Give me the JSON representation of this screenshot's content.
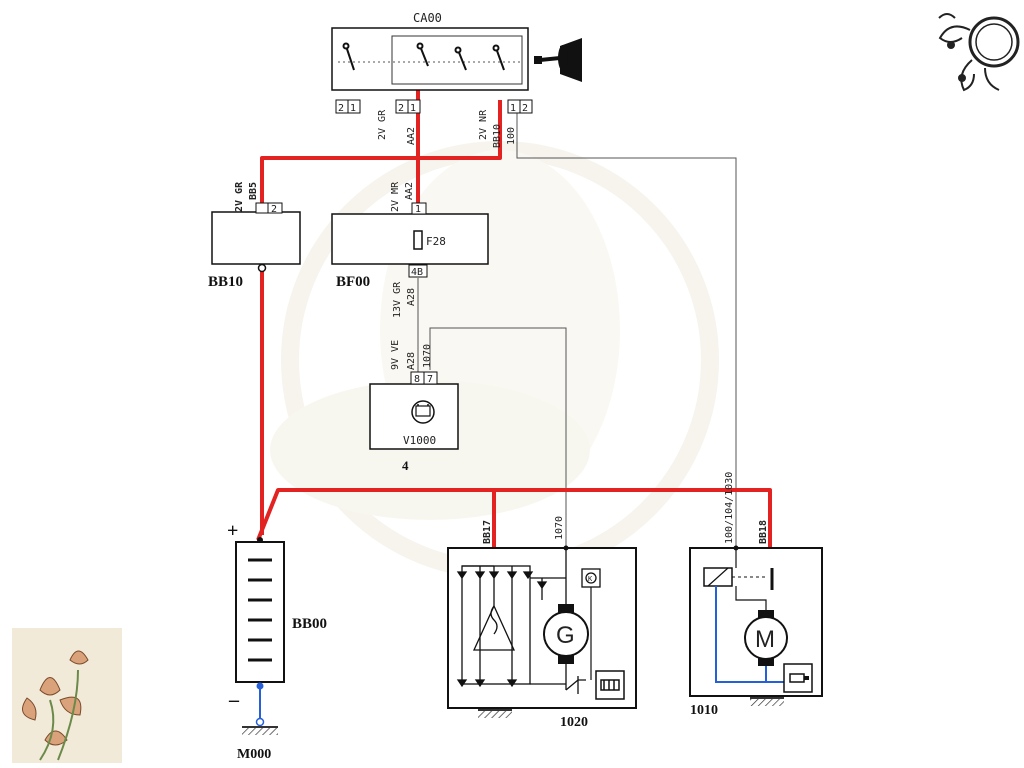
{
  "ignition_switch": {
    "label": "CA00",
    "pin_left_a": "2",
    "pin_left_b": "1",
    "pin_mid_a": "2",
    "pin_mid_b": "1",
    "pin_right_a": "1",
    "pin_right_b": "2",
    "conn_left": "2V GR",
    "wire_left": "AA2",
    "conn_right": "2V NR",
    "wire_right_a": "BB10",
    "wire_right_b": "100"
  },
  "box_bb10": {
    "label": "BB10",
    "conn": "2V GR",
    "wire": "BB5",
    "pin": "2"
  },
  "box_bf00": {
    "label": "BF00",
    "conn_top": "2V MR",
    "wire_top": "AA2",
    "pin_top": "1",
    "fuse": "F28",
    "pin_bottom": "4B",
    "conn_bottom": "13V GR",
    "wire_bottom": "A28"
  },
  "box_v1000": {
    "label": "V1000",
    "conn": "9V VE",
    "wire_a": "A28",
    "wire_b": "1070",
    "pin_a": "8",
    "pin_b": "7",
    "note": "4"
  },
  "battery": {
    "label": "BB00",
    "plus": "+",
    "minus": "–"
  },
  "ground": {
    "label": "M000"
  },
  "alternator": {
    "label": "1020",
    "wire_in": "BB17",
    "wire_lamp": "1070",
    "generator": "G"
  },
  "starter": {
    "label": "1010",
    "wire_in": "100/104/1030",
    "wire_bat": "BB18",
    "motor": "M"
  },
  "colors": {
    "power": "#e32222",
    "ground": "#2660d8",
    "wire": "#555555",
    "ink": "#111111"
  },
  "icons": [
    "key-icon",
    "diode-bridge-icon",
    "fuse-icon",
    "battery-symbol",
    "ground-symbol",
    "flourish-ornament",
    "flower-ornament"
  ]
}
